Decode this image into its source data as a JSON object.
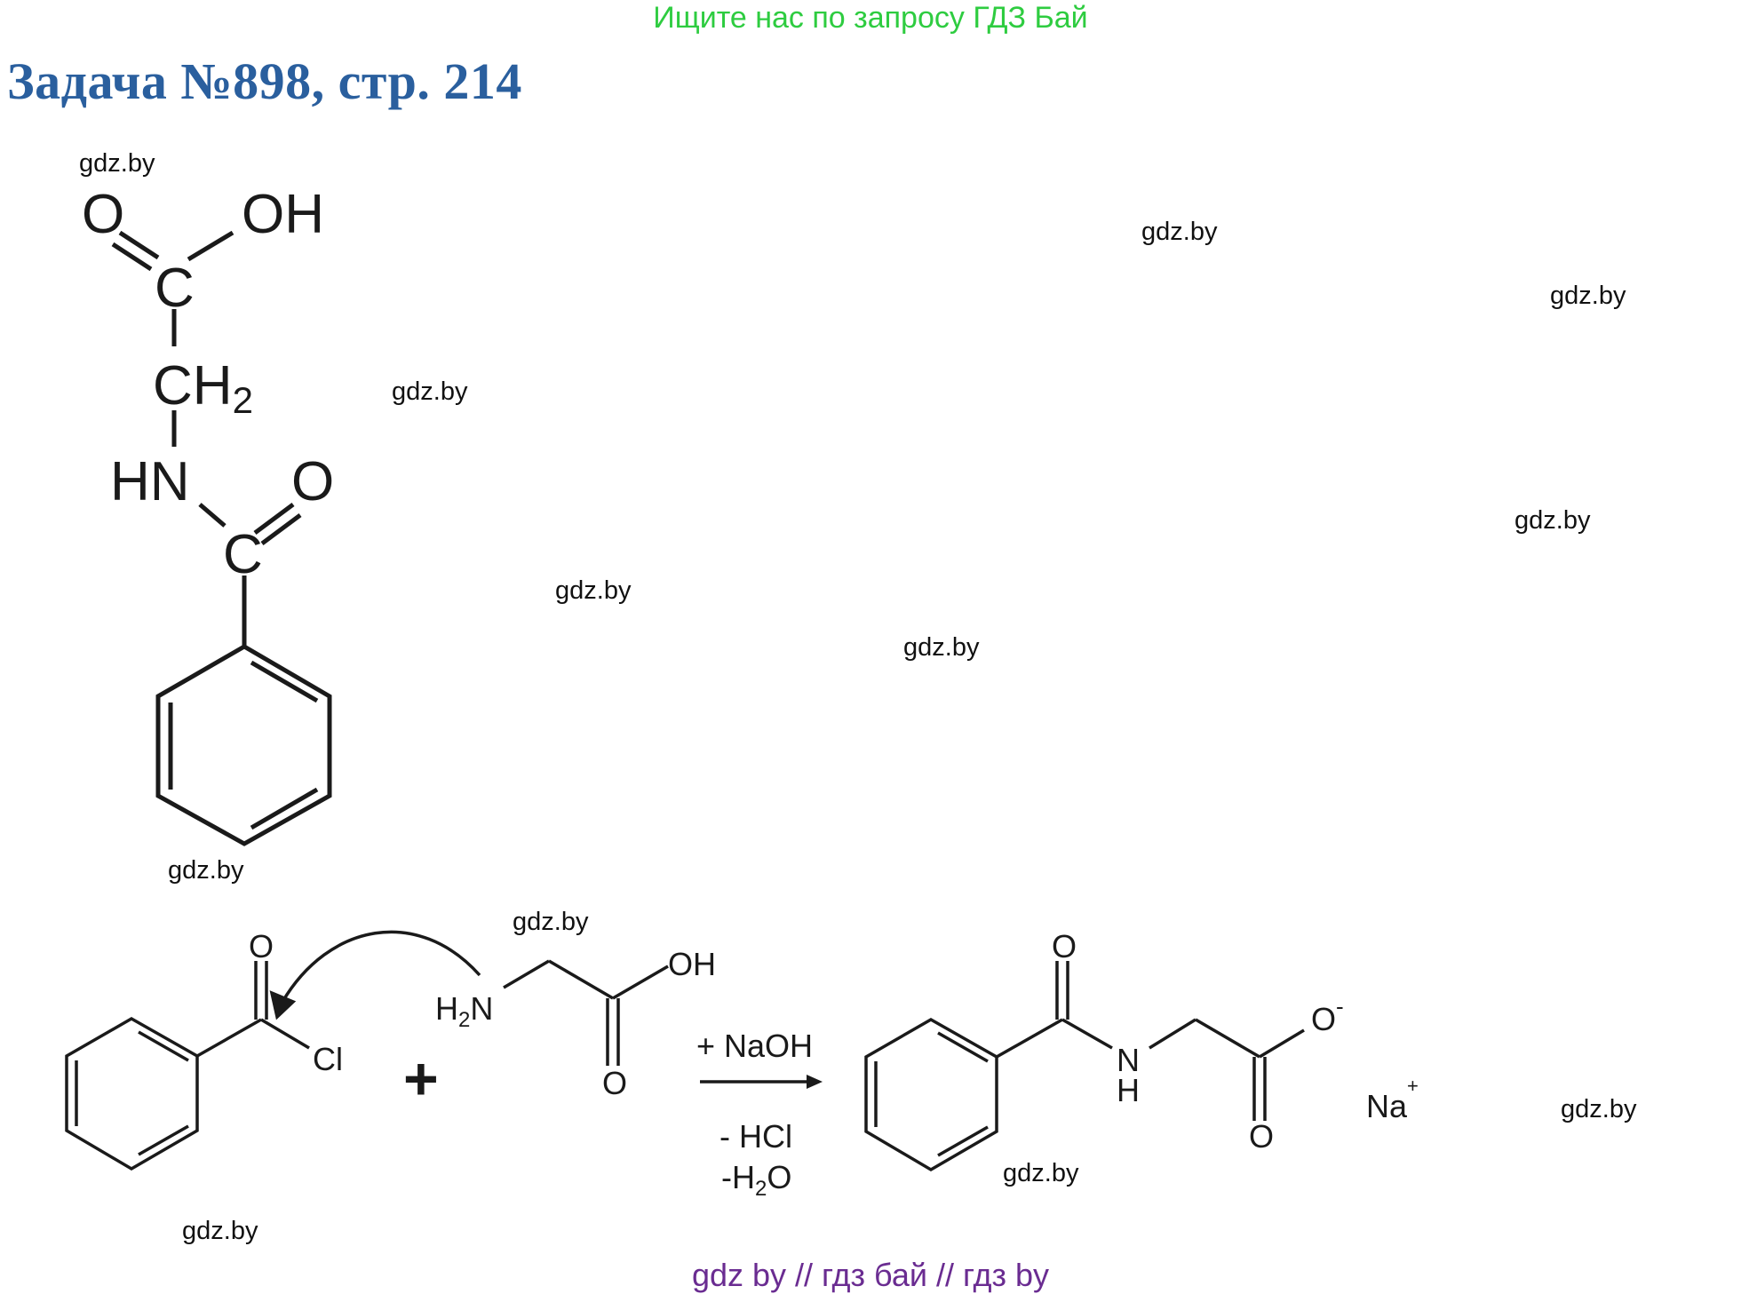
{
  "banner": "Ищите нас по запросу ГДЗ Бай",
  "title": "Задача №898, стр. 214",
  "watermark_text": "gdz.by",
  "footer": "gdz by  //  гдз бай  //  гдз by",
  "molecule1": {
    "atoms": {
      "o_carbonyl": "O",
      "oh": "OH",
      "c1": "C",
      "ch2": "CH",
      "ch2_sub": "2",
      "hn": "HN",
      "o2": "O",
      "c2": "C"
    }
  },
  "reaction": {
    "reactant1": {
      "o": "O",
      "cl": "Cl"
    },
    "plus": "+",
    "reactant2": {
      "h": "H",
      "h_sub": "2",
      "n": "N",
      "oh": "OH",
      "o": "O"
    },
    "conditions": {
      "above": "+ NaOH",
      "below_1": "- HCl",
      "below_2_pre": "-H",
      "below_2_sub": "2",
      "below_2_post": "O"
    },
    "product": {
      "o_top": "O",
      "n": "N",
      "h": "H",
      "o_minus": "O",
      "minus": "-",
      "o_bottom": "O",
      "na": "Na",
      "na_charge": "+"
    }
  },
  "colors": {
    "banner": "#2ecc40",
    "title": "#2a5f9e",
    "footer": "#6a2c91"
  }
}
